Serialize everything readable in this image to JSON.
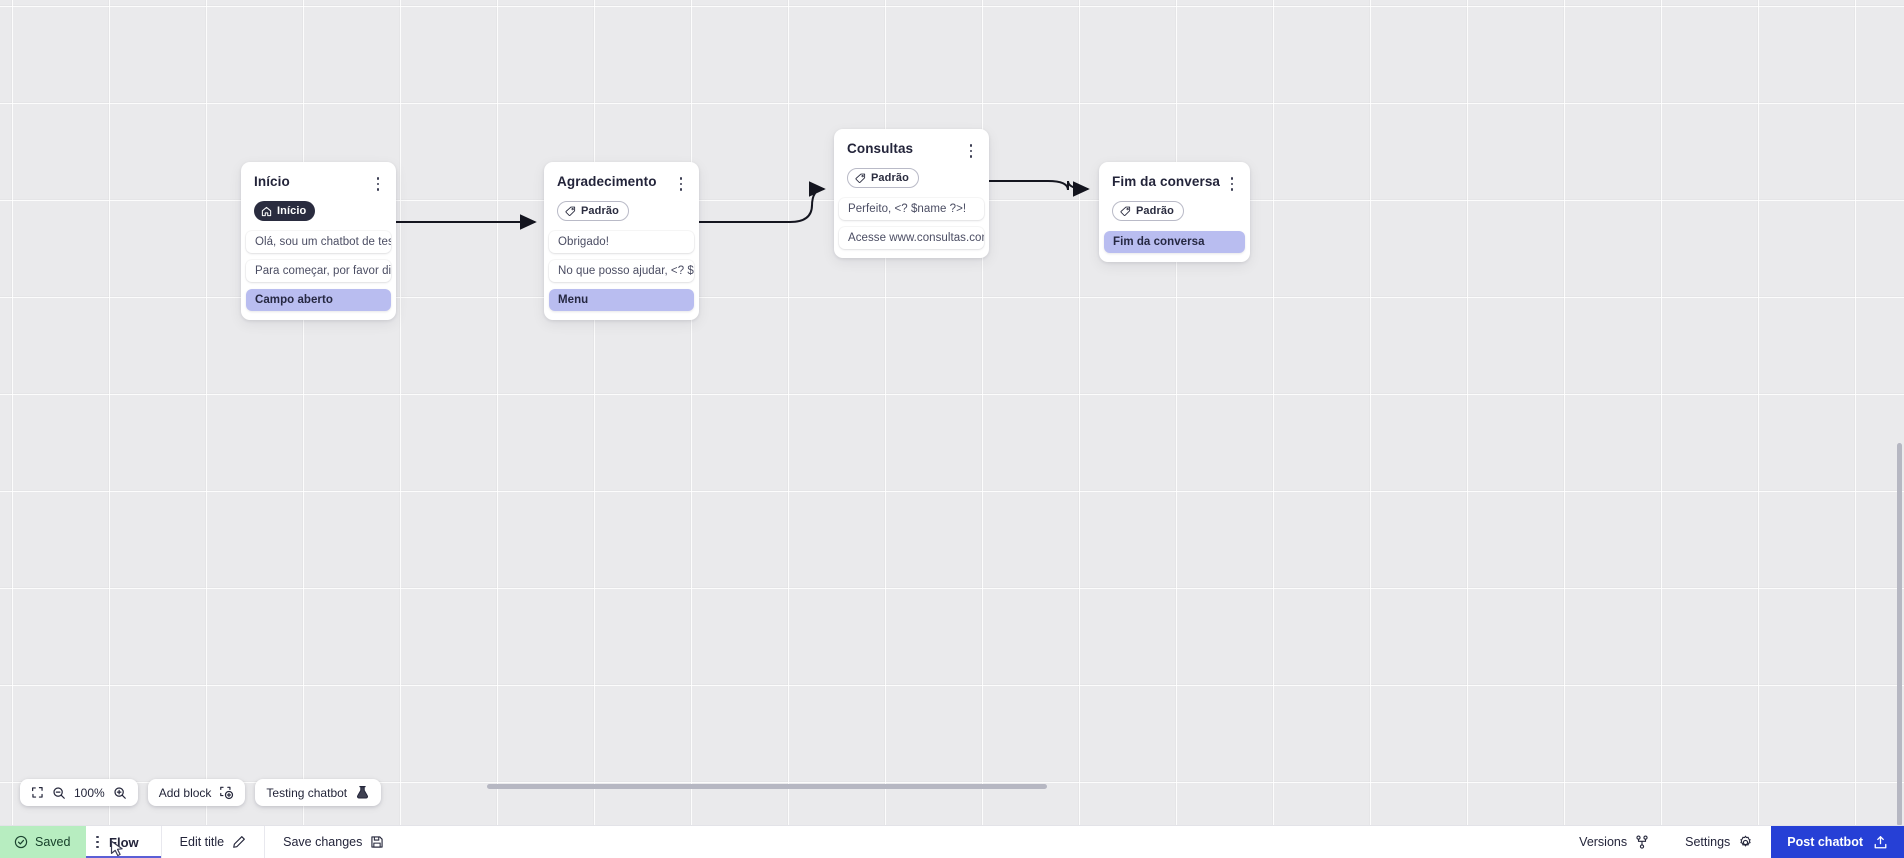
{
  "canvas": {
    "zoom_level": "100%",
    "nodes": [
      {
        "id": "inicio",
        "title": "Início",
        "badge": {
          "label": "Início",
          "style": "dark",
          "icon": "home-icon"
        },
        "rows": [
          {
            "text": "Olá, sou um chatbot de teste!",
            "accent": false
          },
          {
            "text": "Para começar, por favor digite o ...",
            "accent": false
          },
          {
            "text": "Campo aberto",
            "accent": true
          }
        ]
      },
      {
        "id": "agradecimento",
        "title": "Agradecimento",
        "badge": {
          "label": "Padrão",
          "style": "outline",
          "icon": "tag-icon"
        },
        "rows": [
          {
            "text": "Obrigado!",
            "accent": false
          },
          {
            "text": "No que posso ajudar, <? $name ...",
            "accent": false
          },
          {
            "text": "Menu",
            "accent": true
          }
        ]
      },
      {
        "id": "consultas",
        "title": "Consultas",
        "badge": {
          "label": "Padrão",
          "style": "outline",
          "icon": "tag-icon"
        },
        "rows": [
          {
            "text": "Perfeito, <? $name ?>!",
            "accent": false
          },
          {
            "text": "Acesse www.consultas.com par...",
            "accent": false
          }
        ]
      },
      {
        "id": "fim-da-conversa",
        "title": "Fim da conversa",
        "badge": {
          "label": "Padrão",
          "style": "outline",
          "icon": "tag-icon"
        },
        "rows": [
          {
            "text": "Fim da conversa",
            "accent": true
          }
        ]
      }
    ]
  },
  "toolbar": {
    "fit_icon": "fit-screen-icon",
    "zoom_out_icon": "zoom-out-icon",
    "zoom_value": "100%",
    "zoom_in_icon": "zoom-in-icon",
    "add_block_label": "Add block",
    "add_block_icon": "add-block-icon",
    "testing_label": "Testing chatbot",
    "testing_icon": "flask-icon"
  },
  "statusbar": {
    "saved_label": "Saved",
    "saved_icon": "check-circle-icon",
    "flow_label": "Flow",
    "flow_menu_icon": "kebab-icon",
    "edit_title_label": "Edit title",
    "edit_title_icon": "pencil-icon",
    "save_changes_label": "Save changes",
    "save_changes_icon": "floppy-disk-icon",
    "versions_label": "Versions",
    "versions_icon": "git-branch-icon",
    "settings_label": "Settings",
    "settings_icon": "gear-icon",
    "post_label": "Post chatbot",
    "post_icon": "upload-icon"
  },
  "colors": {
    "accent_row": "#b9bdf0",
    "saved_bg": "#b7edc0",
    "post_bg": "#2640d6",
    "tab_underline": "#5b5fd6",
    "badge_dark": "#2a2c3f"
  }
}
